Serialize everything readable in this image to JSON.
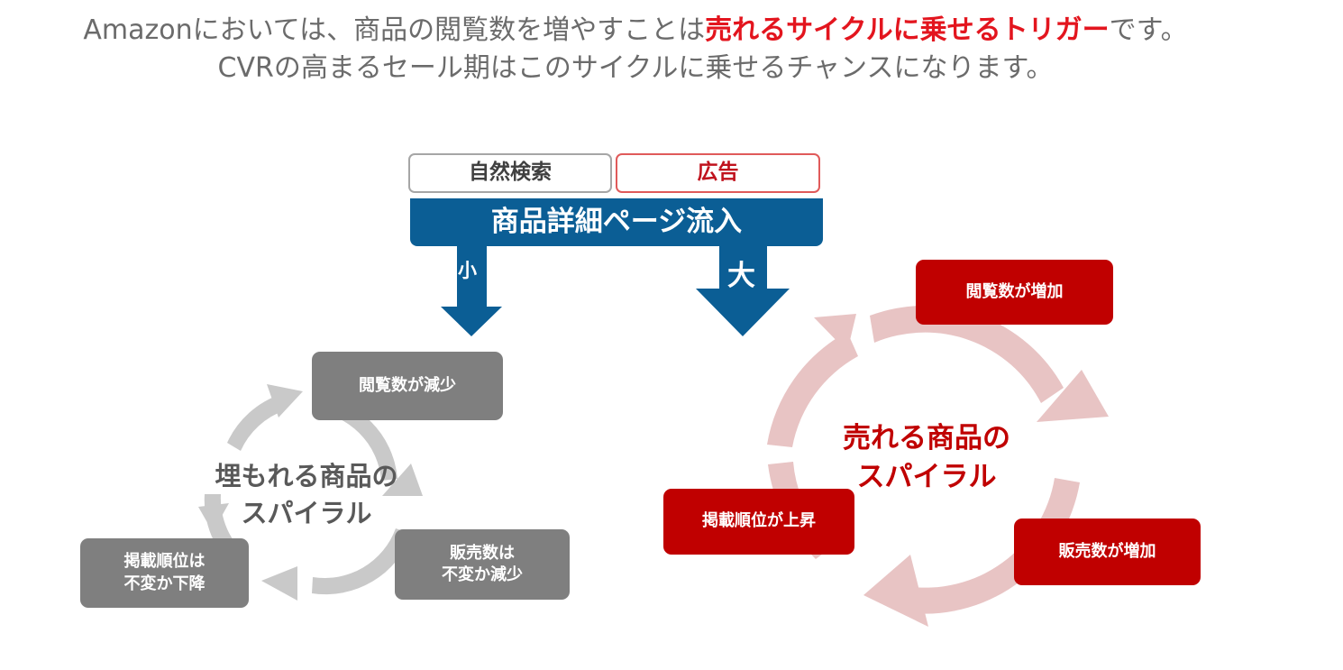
{
  "headline": {
    "line1_pre": "Amazonにおいては、商品の閲覧数を増やすことは",
    "line1_highlight": "売れるサイクルに乗せるトリガー",
    "line1_post": "です。",
    "line2": "CVRの高まるセール期はこのサイクルに乗せるチャンスになります。"
  },
  "sources": {
    "natural": "自然検索",
    "ad": "広告"
  },
  "inflow": {
    "label": "商品詳細ページ流入",
    "small": "小",
    "large": "大"
  },
  "left_cycle": {
    "center_line1": "埋もれる商品の",
    "center_line2": "スパイラル",
    "views": "閲覧数が減少",
    "sales_line1": "販売数は",
    "sales_line2": "不変か減少",
    "rank_line1": "掲載順位は",
    "rank_line2": "不変か下降"
  },
  "right_cycle": {
    "center_line1": "売れる商品の",
    "center_line2": "スパイラル",
    "views": "閲覧数が増加",
    "sales": "販売数が増加",
    "rank": "掲載順位が上昇"
  },
  "colors": {
    "accent_red": "#c00000",
    "highlight_red": "#e3151e",
    "blue": "#0b5e95",
    "gray_box": "#7f7f7f",
    "gray_ring": "#c9c9c9",
    "pink_ring": "#e8c4c4"
  }
}
